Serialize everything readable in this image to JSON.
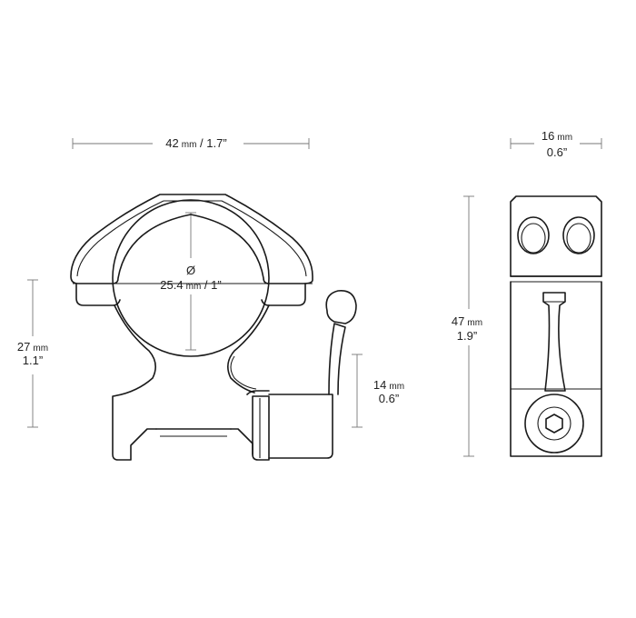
{
  "dimensions": {
    "width": {
      "value": "42",
      "unit": "mm",
      "sep": " / ",
      "imperial": "1.7”"
    },
    "diameter": {
      "symbol": "Ø",
      "value": "25.4",
      "unit": "mm",
      "sep": " / ",
      "imperial": "1”"
    },
    "height": {
      "value": "27",
      "unit": "mm",
      "imperial": "1.1”"
    },
    "lever": {
      "value": "14",
      "unit": "mm",
      "imperial": "0.6”"
    },
    "depth": {
      "value": "16",
      "unit": "mm",
      "imperial": "0.6”"
    },
    "total_height": {
      "value": "47",
      "unit": "mm",
      "imperial": "1.9”"
    }
  },
  "colors": {
    "line": "#1a1a1a",
    "dimension": "#777777",
    "background": "#ffffff"
  }
}
